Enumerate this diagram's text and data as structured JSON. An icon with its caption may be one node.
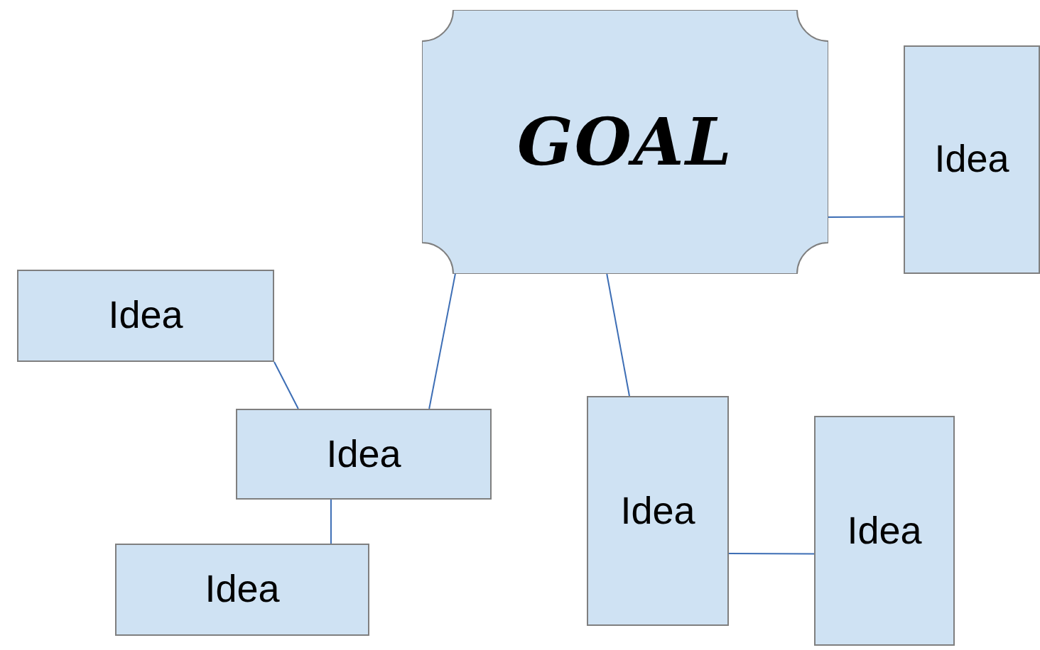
{
  "diagram": {
    "nodes": [
      {
        "text": [
          "GOAL"
        ]
      },
      {
        "text": [
          "Idea"
        ]
      },
      {
        "text": [
          "Idea"
        ]
      },
      {
        "text": [
          "Idea"
        ]
      },
      {
        "text": [
          "Idea"
        ]
      },
      {
        "text": [
          "Idea"
        ]
      },
      {
        "text": [
          "Idea"
        ]
      }
    ],
    "edges": [
      {
        "from": 0,
        "to": 1,
        "arrow": "none"
      },
      {
        "from": 0,
        "to": 3,
        "arrow": "none"
      },
      {
        "from": 2,
        "to": 3,
        "arrow": "none"
      },
      {
        "from": 3,
        "to": 4,
        "arrow": "none"
      },
      {
        "from": 0,
        "to": 5,
        "arrow": "none"
      },
      {
        "from": 5,
        "to": 6,
        "arrow": "none"
      }
    ]
  }
}
